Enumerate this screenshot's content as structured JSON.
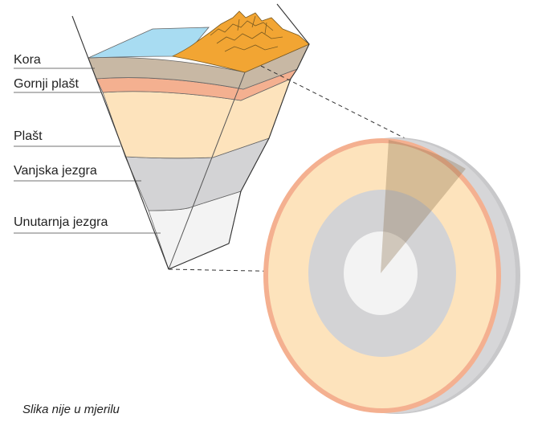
{
  "labels": {
    "crust": "Kora",
    "upper_mantle": "Gornji plašt",
    "mantle": "Plašt",
    "outer_core": "Vanjska jezgra",
    "inner_core": "Unutarnja jezgra"
  },
  "note": "Slika nije u mjerilu",
  "colors": {
    "ocean": "#a8dcf2",
    "continent": "#f2a533",
    "crust": "#c8b8a4",
    "upper_mantle": "#f4b090",
    "mantle": "#fde3bc",
    "outer_core": "#d3d3d5",
    "inner_core": "#f3f3f3",
    "disc_edge": "#c8c8ca"
  }
}
